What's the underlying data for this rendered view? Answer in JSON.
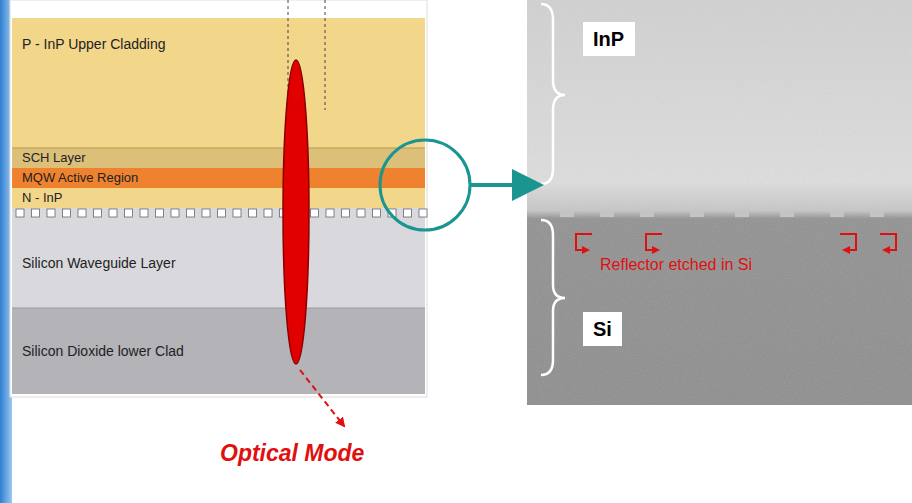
{
  "diagram": {
    "nodes": [
      {
        "text": [
          "P - InP Upper Cladding"
        ]
      },
      {
        "text": [
          "SCH Layer"
        ]
      },
      {
        "text": [
          "MQW Active Region"
        ]
      },
      {
        "text": [
          "N - InP"
        ]
      },
      {
        "text": [
          "Silicon Waveguide Layer"
        ]
      },
      {
        "text": [
          "Silicon Dioxide lower Clad"
        ]
      },
      {
        "text": [
          "InP"
        ]
      },
      {
        "text": [
          "Si"
        ]
      }
    ],
    "labels": [
      "Reflector etched in Si",
      "Optical Mode"
    ]
  }
}
